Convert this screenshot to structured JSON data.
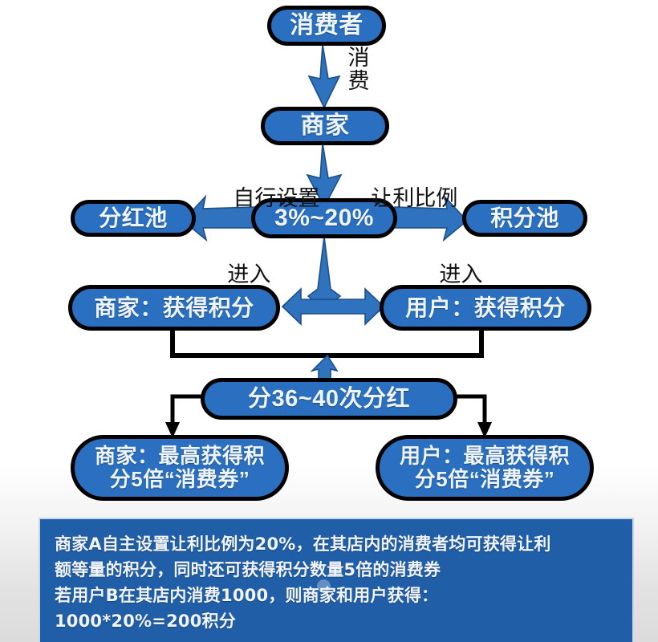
{
  "diagram": {
    "title_node": "消费者",
    "nodes": [
      {
        "id": "consumer",
        "label": "消费者"
      },
      {
        "id": "merchant",
        "label": "商家"
      },
      {
        "id": "ratio",
        "label": "3%~20%"
      },
      {
        "id": "dividend-pool",
        "label": "分红池"
      },
      {
        "id": "points-pool",
        "label": "积分池"
      },
      {
        "id": "merchant-points",
        "label": "商家：获得积分"
      },
      {
        "id": "user-points",
        "label": "用户：获得积分"
      },
      {
        "id": "dividend-rounds",
        "label": "分36~40次分红"
      },
      {
        "id": "merchant-voucher-l1",
        "label": "商家：最高获得积"
      },
      {
        "id": "merchant-voucher-l2",
        "label": "分5倍“消费券”"
      },
      {
        "id": "user-voucher-l1",
        "label": "用户：最高获得积"
      },
      {
        "id": "user-voucher-l2",
        "label": "分5倍“消费券”"
      }
    ],
    "edge_labels": {
      "consume": "消费",
      "self_set": "自行设置",
      "profit_ratio": "让利比例",
      "enter_left": "进入",
      "enter_right": "进入"
    },
    "colors": {
      "node_fill": "#2a6fc0",
      "node_border": "#000000",
      "node_text": "#eef4fb",
      "arrow_fill": "#2f72bd",
      "arrow_stroke": "#1c4f8a",
      "connector": "#000000",
      "panel_fill": "#205fa8",
      "panel_border": "#c9d8e8",
      "canvas_bg": "#ffffff"
    }
  },
  "note": {
    "lines": [
      "商家A自主设置让利比例为20%，在其店内的消费者均可获得让利",
      "额等量的积分，同时还可获得积分数量5倍的消费券",
      "若用户B在其店内消费1000，则商家和用户获得：",
      "1000*20%=200积分"
    ]
  }
}
